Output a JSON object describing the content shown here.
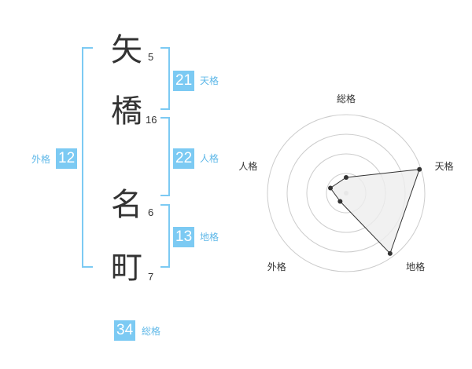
{
  "name": {
    "chars": [
      {
        "kanji": "矢",
        "strokes": "5"
      },
      {
        "kanji": "橋",
        "strokes": "16"
      },
      {
        "kanji": "名",
        "strokes": "6"
      },
      {
        "kanji": "町",
        "strokes": "7"
      }
    ]
  },
  "kaku": {
    "tenkaku": {
      "value": "21",
      "label": "天格"
    },
    "jinkaku": {
      "value": "22",
      "label": "人格"
    },
    "chikaku": {
      "value": "13",
      "label": "地格"
    },
    "gaikaku": {
      "value": "12",
      "label": "外格"
    },
    "soukaku": {
      "value": "34",
      "label": "総格"
    }
  },
  "colors": {
    "accent": "#7ccaf3",
    "accent_text": "#5fb8e8",
    "radar_fill": "#eeeeee",
    "radar_ring": "#cccccc"
  },
  "chart_data": {
    "type": "radar",
    "axes": [
      "総格",
      "天格",
      "地格",
      "外格",
      "人格"
    ],
    "values": [
      0.2,
      0.98,
      0.95,
      0.13,
      0.21
    ],
    "rings": 4
  }
}
